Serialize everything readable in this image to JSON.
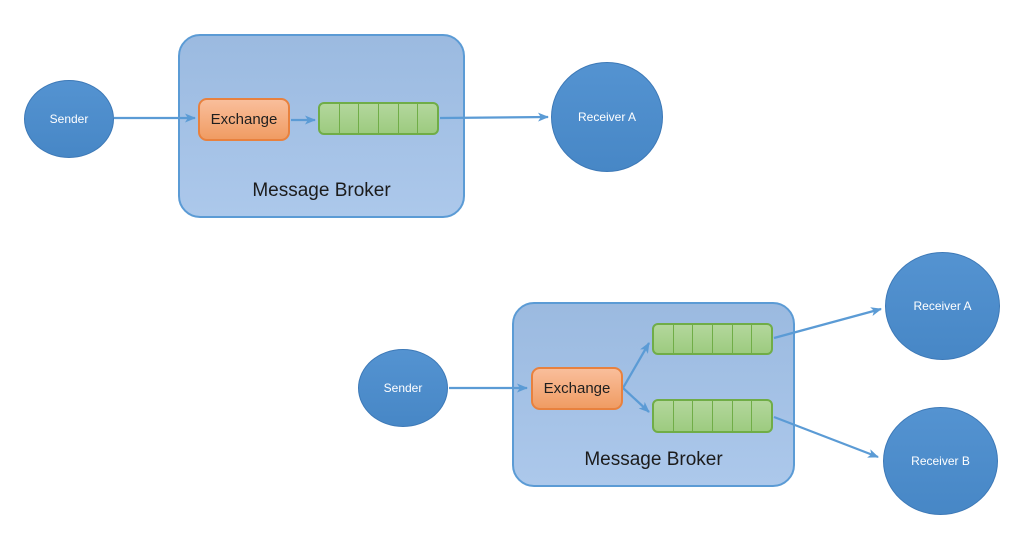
{
  "queue_segments": 6,
  "colors": {
    "background": "#FFFFFF",
    "node_fill_top": "#5493D1",
    "node_fill_bottom": "#4787C6",
    "node_border": "#3D79B7",
    "broker_fill_top": "#9BBAE0",
    "broker_fill_bottom": "#ACC8EB",
    "broker_border": "#5B9BD5",
    "exchange_fill_top": "#F9BE9B",
    "exchange_fill_bottom": "#F09C63",
    "exchange_border": "#E8813E",
    "queue_fill_top": "#B3D79C",
    "queue_fill_bottom": "#9DCB80",
    "queue_border": "#70AD47",
    "arrow": "#5B9BD5",
    "label_dark": "#1C1C1C",
    "label_light": "#FFFFFF"
  },
  "top_diagram": {
    "sender_label": "Sender",
    "exchange_label": "Exchange",
    "broker_label": "Message Broker",
    "receiver_a_label": "Receiver A"
  },
  "bottom_diagram": {
    "sender_label": "Sender",
    "exchange_label": "Exchange",
    "broker_label": "Message Broker",
    "receiver_a_label": "Receiver A",
    "receiver_b_label": "Receiver B"
  }
}
